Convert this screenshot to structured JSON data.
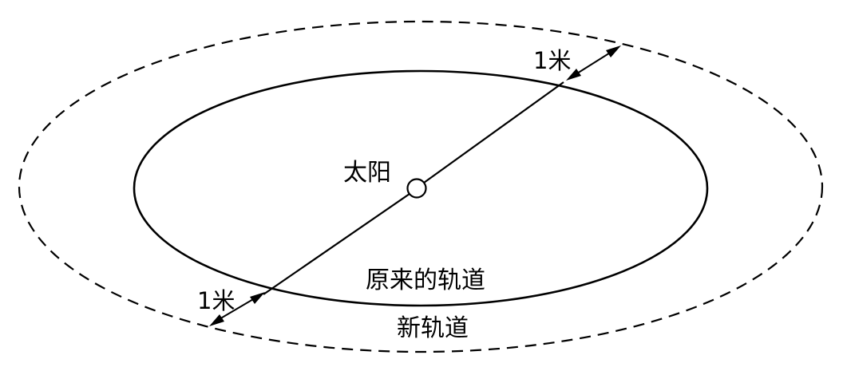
{
  "labels": {
    "sun": "太阳",
    "original_orbit": "原来的轨道",
    "new_orbit": "新轨道",
    "gap_top": "1米",
    "gap_bottom": "1米"
  }
}
